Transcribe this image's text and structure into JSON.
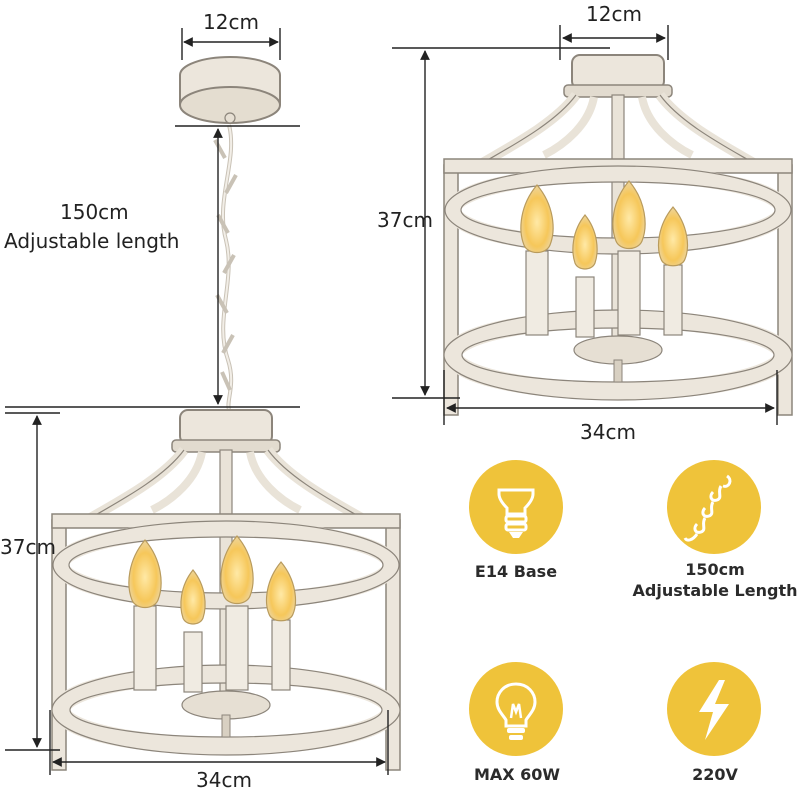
{
  "dimensions": {
    "canopy_width_left": "12cm",
    "canopy_width_right": "12cm",
    "chain_length": "150cm",
    "chain_note": "Adjustable length",
    "height_left": "37cm",
    "height_right": "37cm",
    "width_left": "34cm",
    "width_right": "34cm"
  },
  "features": [
    {
      "icon": "bulb-base-icon",
      "label": "E14 Base"
    },
    {
      "icon": "chain-icon",
      "label_line1": "150cm",
      "label_line2": "Adjustable Length"
    },
    {
      "icon": "light-bulb-icon",
      "label": "MAX 60W"
    },
    {
      "icon": "lightning-icon",
      "label": "220V"
    }
  ],
  "colors": {
    "badge": "#efc33a",
    "fixture": "#ece6dc",
    "fixture_edge": "#8c857b",
    "bulb_glow": "#f6c75a"
  }
}
